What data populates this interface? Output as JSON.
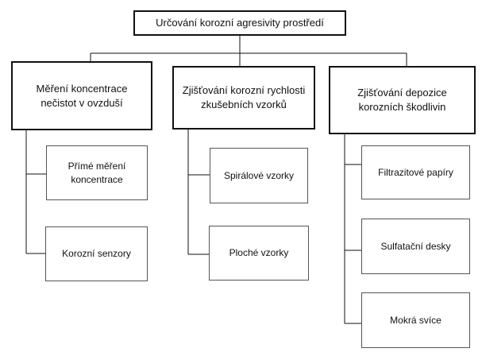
{
  "root": {
    "label": "Určování korozní agresivity prostředí"
  },
  "categories": [
    {
      "lines": [
        "Měření koncentrace",
        "nečistot v ovzduší"
      ],
      "children": [
        {
          "lines": [
            "Přímé měření",
            "koncentrace"
          ]
        },
        {
          "lines": [
            "Korozní senzory"
          ]
        }
      ]
    },
    {
      "lines": [
        "Zjišťování korozní rychlosti",
        "zkušebních vzorků"
      ],
      "children": [
        {
          "lines": [
            "Spirálové vzorky"
          ]
        },
        {
          "lines": [
            "Ploché vzorky"
          ]
        }
      ]
    },
    {
      "lines": [
        "Zjišťování depozice",
        "korozních škodlivin"
      ],
      "children": [
        {
          "lines": [
            "Filtrazitové papíry"
          ]
        },
        {
          "lines": [
            "Sulfatační desky"
          ]
        },
        {
          "lines": [
            "Mokrá svíce"
          ]
        }
      ]
    }
  ]
}
